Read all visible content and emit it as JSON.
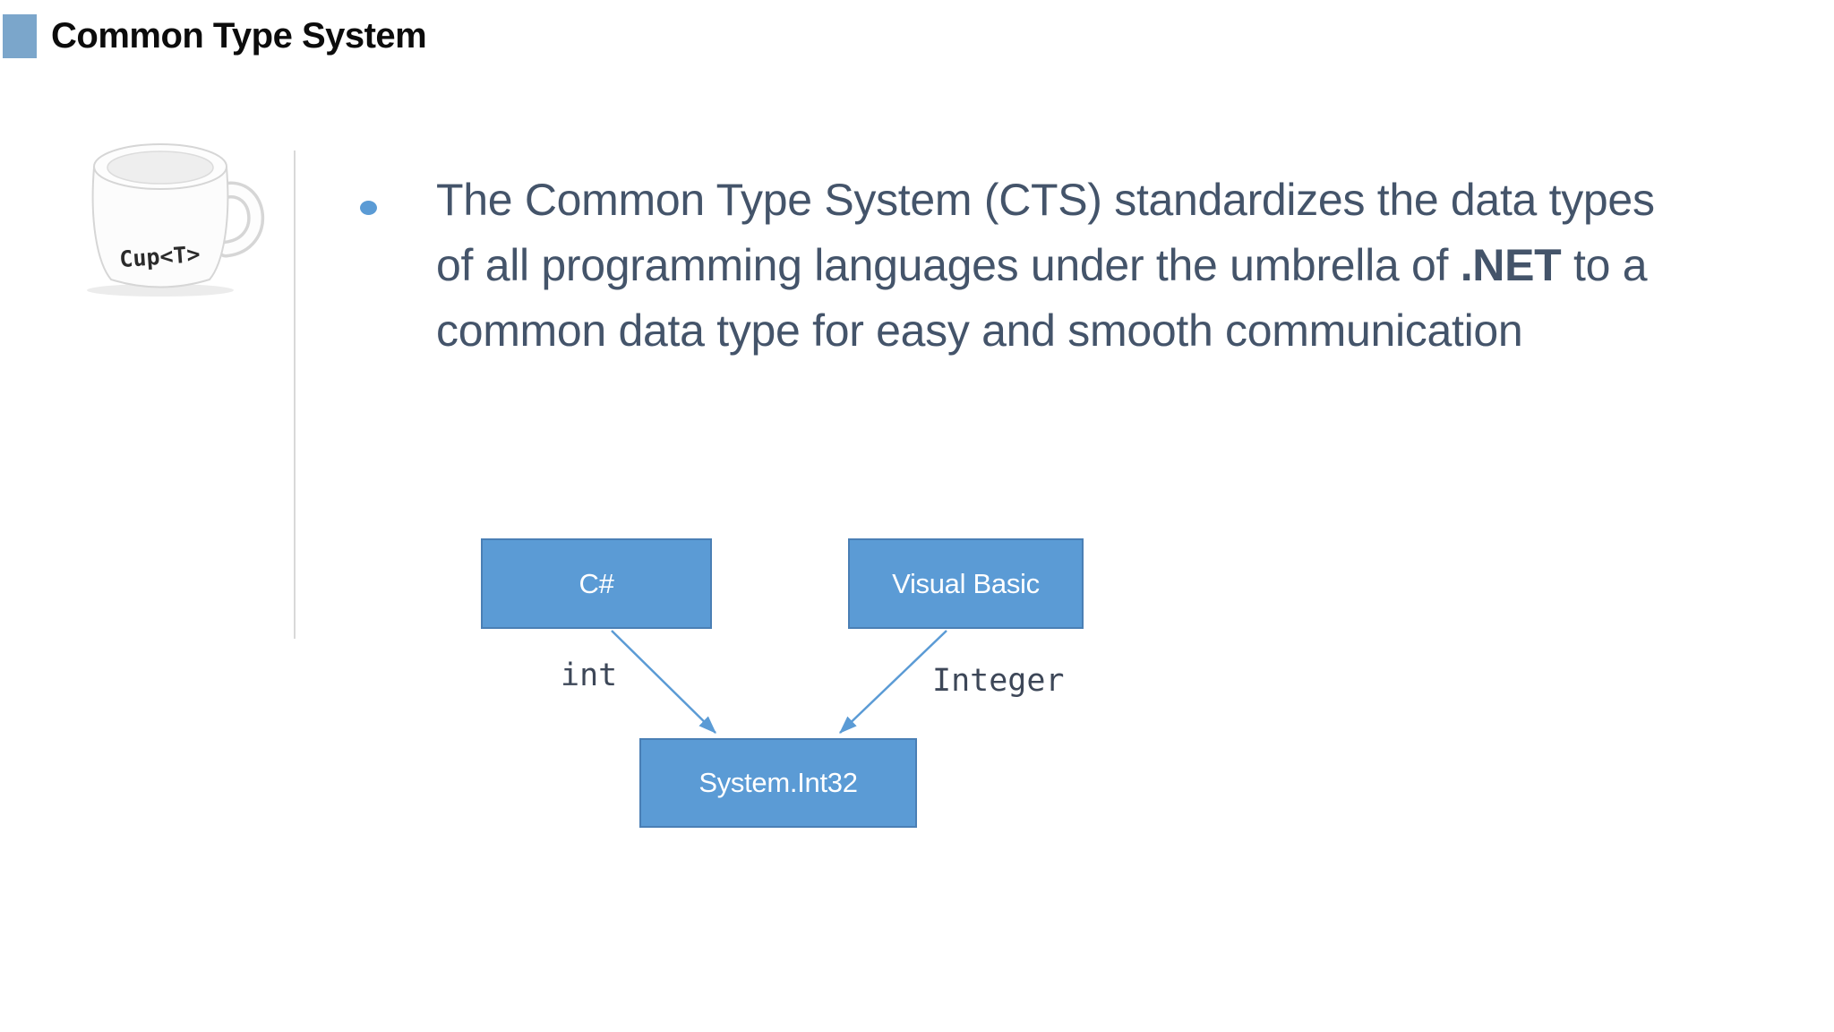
{
  "slide": {
    "title": "Common Type System"
  },
  "bullet": {
    "line1": "The Common Type System (CTS) standardizes the data types",
    "line2_pre": "of all programming languages under the umbrella of ",
    "line2_bold": ".NET",
    "line2_post": " to a",
    "line3": "common data type for easy and smooth communication"
  },
  "mug": {
    "label": "Cup<T>"
  },
  "diagram": {
    "boxes": [
      {
        "id": "csharp",
        "label": "C#"
      },
      {
        "id": "visual-basic",
        "label": "Visual Basic"
      },
      {
        "id": "system-int32",
        "label": "System.Int32"
      }
    ],
    "edge_labels": [
      {
        "id": "int",
        "text": "int"
      },
      {
        "id": "integer",
        "text": "Integer"
      }
    ]
  },
  "colors": {
    "accent_blue": "#5b9bd5",
    "box_border": "#4a7fb5",
    "title_square": "#7ba6cb",
    "body_text": "#44546a",
    "edge_label_text": "#3d4758",
    "divider": "#d9d9d9",
    "box_text": "#ffffff"
  }
}
